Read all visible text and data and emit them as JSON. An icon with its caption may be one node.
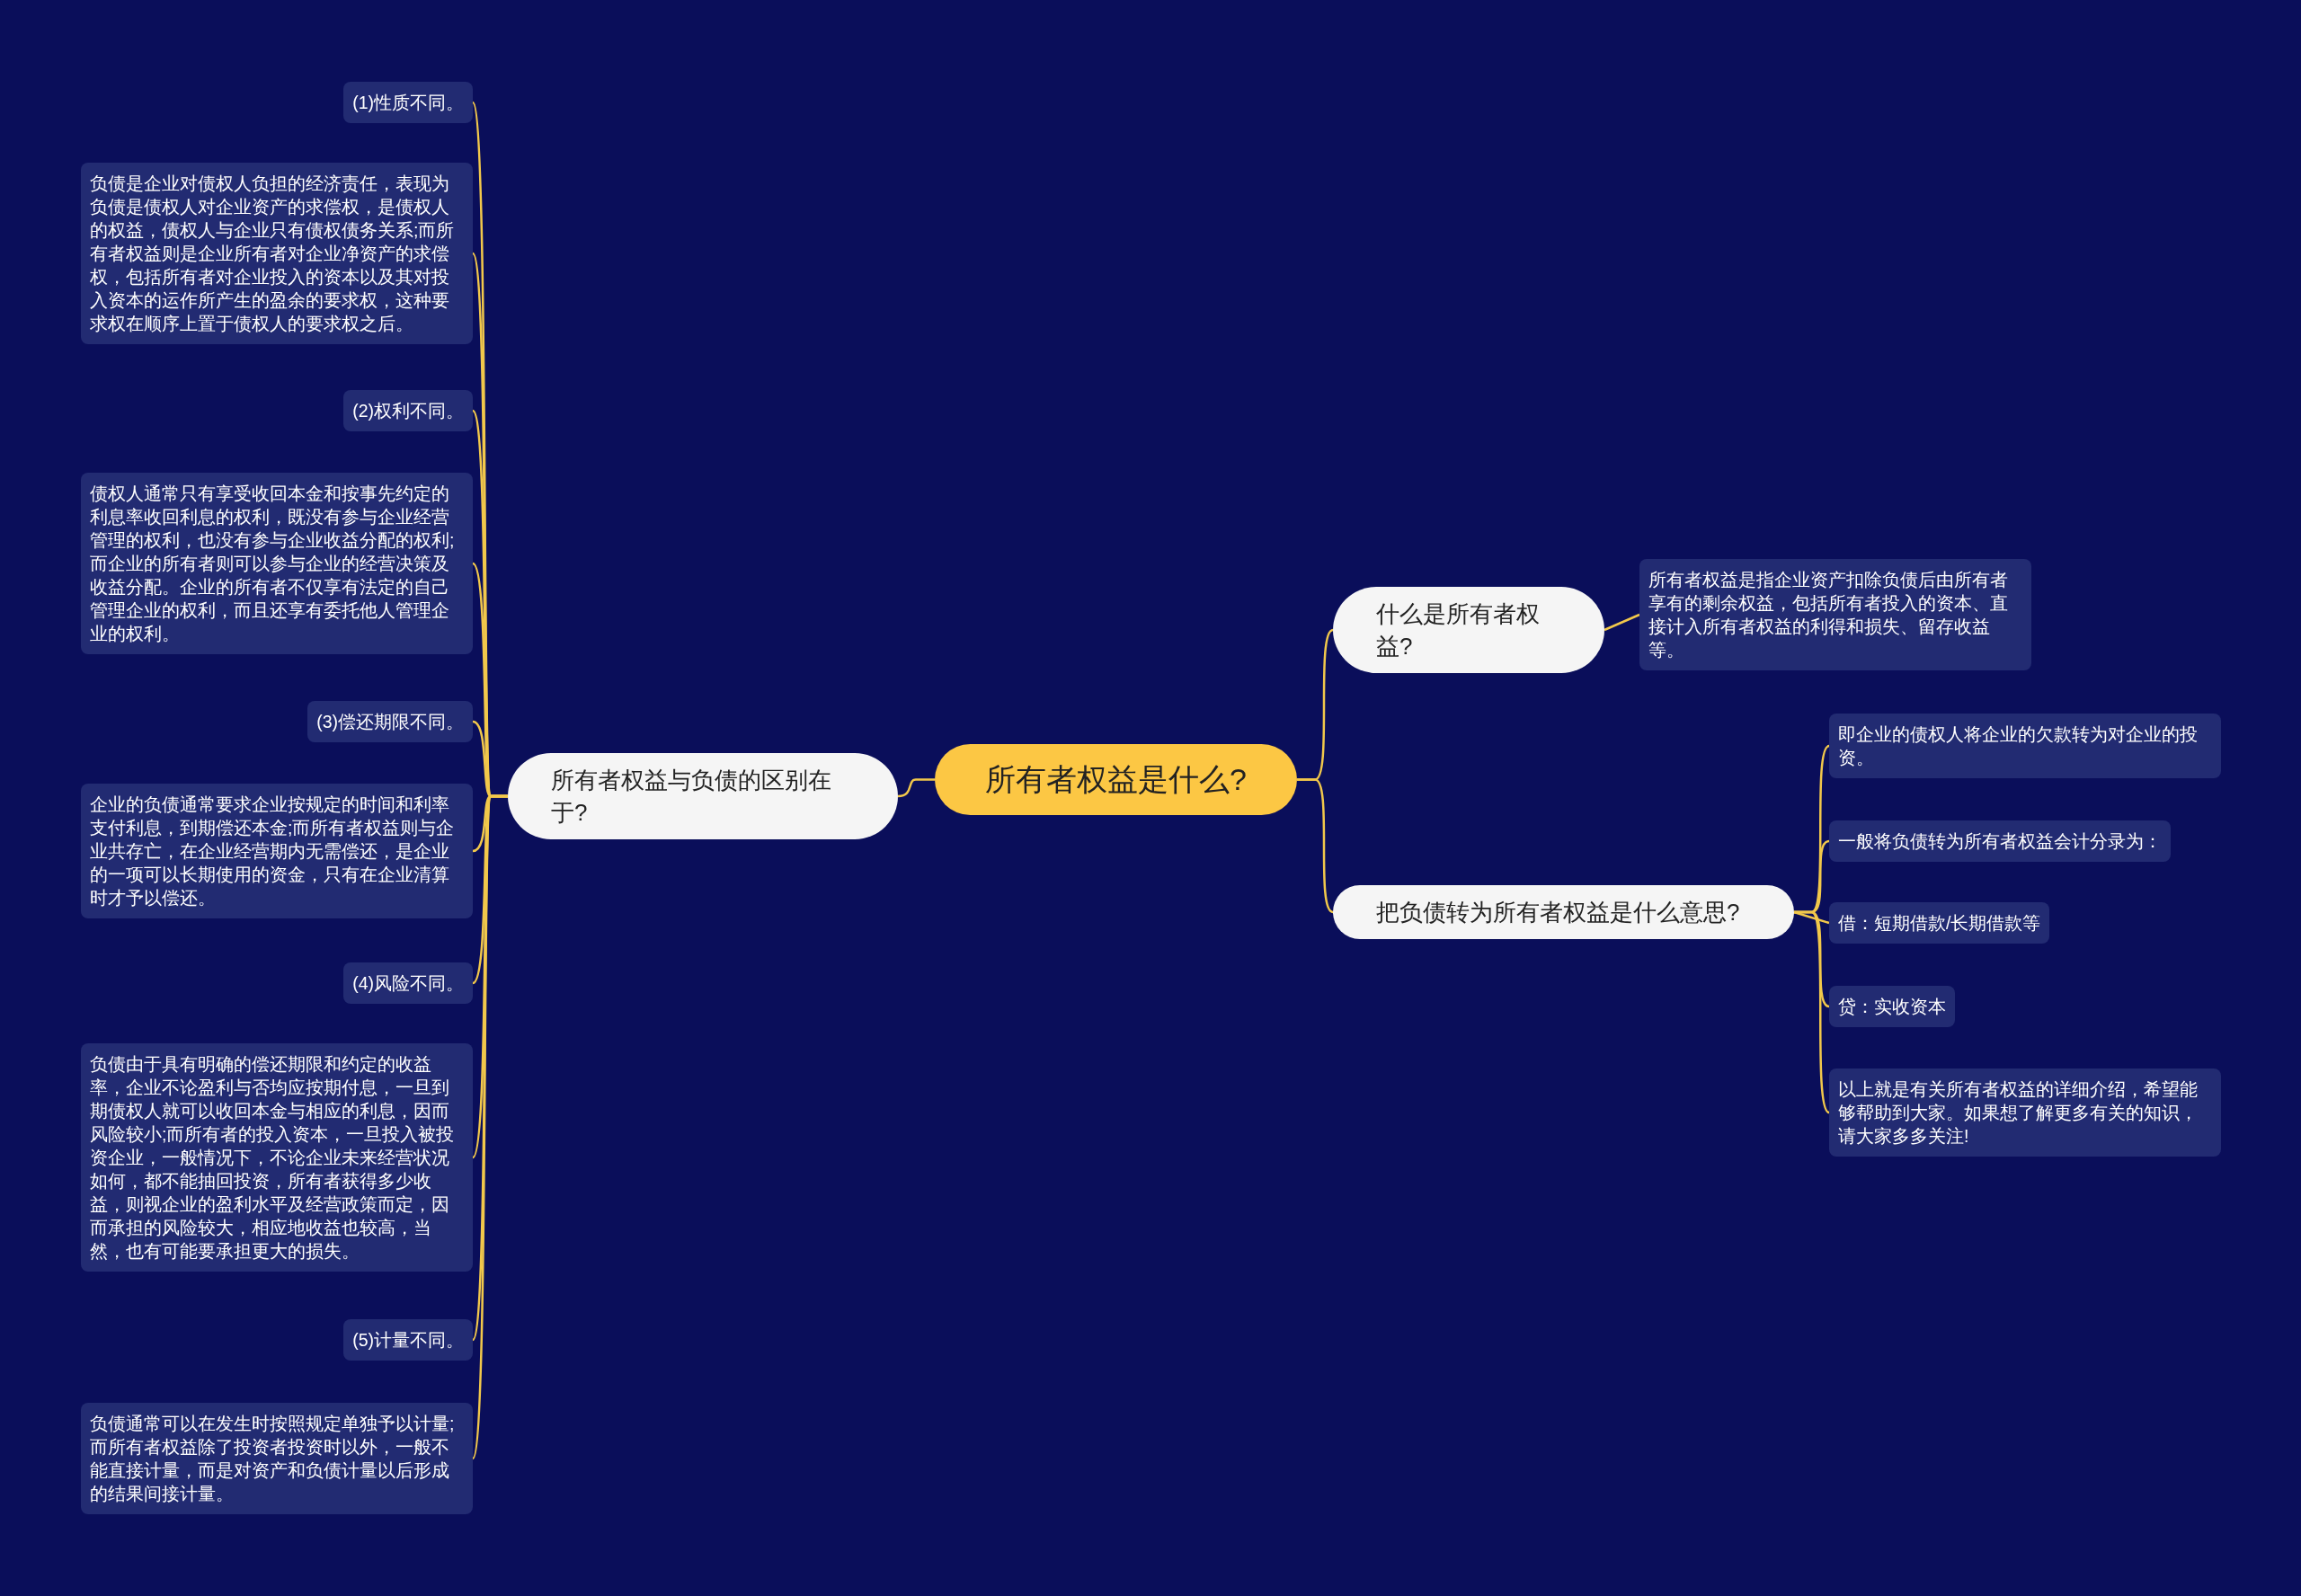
{
  "diagram": {
    "nodes": [
      {
        "text": [
          "所有者权益是什么?"
        ]
      },
      {
        "text": [
          "所有者权益与负债的区别在于?"
        ]
      },
      {
        "text": [
          "(1)性质不同。"
        ]
      },
      {
        "text": [
          "负债是企业对债权人负担的经济责任，表现为负债是债权人对企业资产的求偿权，是债权人的权益，债权人与企业只有债权债务关系;而所有者权益则是企业所有者对企业净资产的求偿权，包括所有者对企业投入的资本以及其对投入资本的运作所产生的盈余的要求权，这种要求权在顺序上置于债权人的要求权之后。"
        ]
      },
      {
        "text": [
          "(2)权利不同。"
        ]
      },
      {
        "text": [
          "债权人通常只有享受收回本金和按事先约定的利息率收回利息的权利，既没有参与企业经营管理的权利，也没有参与企业收益分配的权利;而企业的所有者则可以参与企业的经营决策及收益分配。企业的所有者不仅享有法定的自己管理企业的权利，而且还享有委托他人管理企业的权利。"
        ]
      },
      {
        "text": [
          "(3)偿还期限不同。"
        ]
      },
      {
        "text": [
          "企业的负债通常要求企业按规定的时间和利率支付利息，到期偿还本金;而所有者权益则与企业共存亡，在企业经营期内无需偿还，是企业的一项可以长期使用的资金，只有在企业清算时才予以偿还。"
        ]
      },
      {
        "text": [
          "(4)风险不同。"
        ]
      },
      {
        "text": [
          "负债由于具有明确的偿还期限和约定的收益率，企业不论盈利与否均应按期付息，一旦到期债权人就可以收回本金与相应的利息，因而风险较小;而所有者的投入资本，一旦投入被投资企业，一般情况下，不论企业未来经营状况如何，都不能抽回投资，所有者获得多少收益，则视企业的盈利水平及经营政策而定，因而承担的风险较大，相应地收益也较高，当然，也有可能要承担更大的损失。"
        ]
      },
      {
        "text": [
          "(5)计量不同。"
        ]
      },
      {
        "text": [
          "负债通常可以在发生时按照规定单独予以计量;而所有者权益除了投资者投资时以外，一般不能直接计量，而是对资产和负债计量以后形成的结果间接计量。"
        ]
      },
      {
        "text": [
          "什么是所有者权益?"
        ]
      },
      {
        "text": [
          "所有者权益是指企业资产扣除负债后由所有者享有的剩余权益，包括所有者投入的资本、直接计入所有者权益的利得和损失、留存收益等。"
        ]
      },
      {
        "text": [
          "把负债转为所有者权益是什么意思?"
        ]
      },
      {
        "text": [
          "即企业的债权人将企业的欠款转为对企业的投资。"
        ]
      },
      {
        "text": [
          "一般将负债转为所有者权益会计分录为："
        ]
      },
      {
        "text": [
          "借：短期借款/长期借款等"
        ]
      },
      {
        "text": [
          "贷：实收资本"
        ]
      },
      {
        "text": [
          "以上就是有关所有者权益的详细介绍，希望能够帮助到大家。如果想了解更多有关的知识，请大家多多关注!"
        ]
      }
    ],
    "edges": [
      {
        "from": 0,
        "to": 1,
        "arrow": "none"
      },
      {
        "from": 1,
        "to": 2,
        "arrow": "none"
      },
      {
        "from": 1,
        "to": 3,
        "arrow": "none"
      },
      {
        "from": 1,
        "to": 4,
        "arrow": "none"
      },
      {
        "from": 1,
        "to": 5,
        "arrow": "none"
      },
      {
        "from": 1,
        "to": 6,
        "arrow": "none"
      },
      {
        "from": 1,
        "to": 7,
        "arrow": "none"
      },
      {
        "from": 1,
        "to": 8,
        "arrow": "none"
      },
      {
        "from": 1,
        "to": 9,
        "arrow": "none"
      },
      {
        "from": 1,
        "to": 10,
        "arrow": "none"
      },
      {
        "from": 1,
        "to": 11,
        "arrow": "none"
      },
      {
        "from": 0,
        "to": 12,
        "arrow": "none"
      },
      {
        "from": 12,
        "to": 13,
        "arrow": "none"
      },
      {
        "from": 0,
        "to": 14,
        "arrow": "none"
      },
      {
        "from": 14,
        "to": 15,
        "arrow": "none"
      },
      {
        "from": 14,
        "to": 16,
        "arrow": "none"
      },
      {
        "from": 14,
        "to": 17,
        "arrow": "none"
      },
      {
        "from": 14,
        "to": 18,
        "arrow": "none"
      },
      {
        "from": 14,
        "to": 19,
        "arrow": "none"
      }
    ]
  }
}
